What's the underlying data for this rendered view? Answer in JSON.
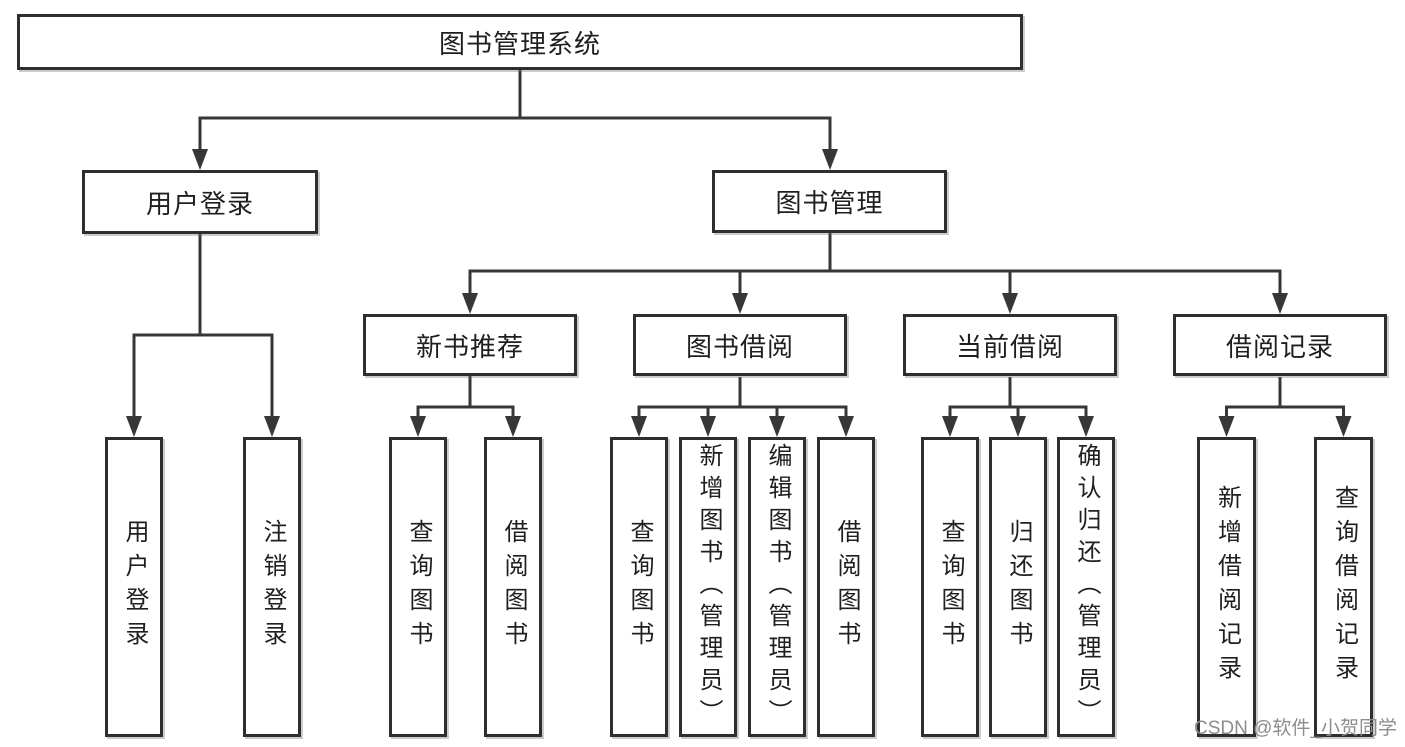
{
  "tree": {
    "label": "图书管理系统",
    "children": [
      {
        "label": "用户登录",
        "children": [
          {
            "label": "用户登录"
          },
          {
            "label": "注销登录"
          }
        ]
      },
      {
        "label": "图书管理",
        "children": [
          {
            "label": "新书推荐",
            "children": [
              {
                "label": "查询图书"
              },
              {
                "label": "借阅图书"
              }
            ]
          },
          {
            "label": "图书借阅",
            "children": [
              {
                "label": "查询图书"
              },
              {
                "label": "新增图书（管理员）"
              },
              {
                "label": "编辑图书（管理员）"
              },
              {
                "label": "借阅图书"
              }
            ]
          },
          {
            "label": "当前借阅",
            "children": [
              {
                "label": "查询图书"
              },
              {
                "label": "归还图书"
              },
              {
                "label": "确认归还（管理员）"
              }
            ]
          },
          {
            "label": "借阅记录",
            "children": [
              {
                "label": "新增借阅记录"
              },
              {
                "label": "查询借阅记录"
              }
            ]
          }
        ]
      }
    ]
  },
  "watermark": {
    "text": "CSDN @软件_小贺同学"
  },
  "colors": {
    "line": "#373737",
    "box_border": "#2e2e2e",
    "box_fill": "#ffffff",
    "text": "#1f1f1f",
    "watermark": "#8d8d8d",
    "bg": "#ffffff"
  }
}
